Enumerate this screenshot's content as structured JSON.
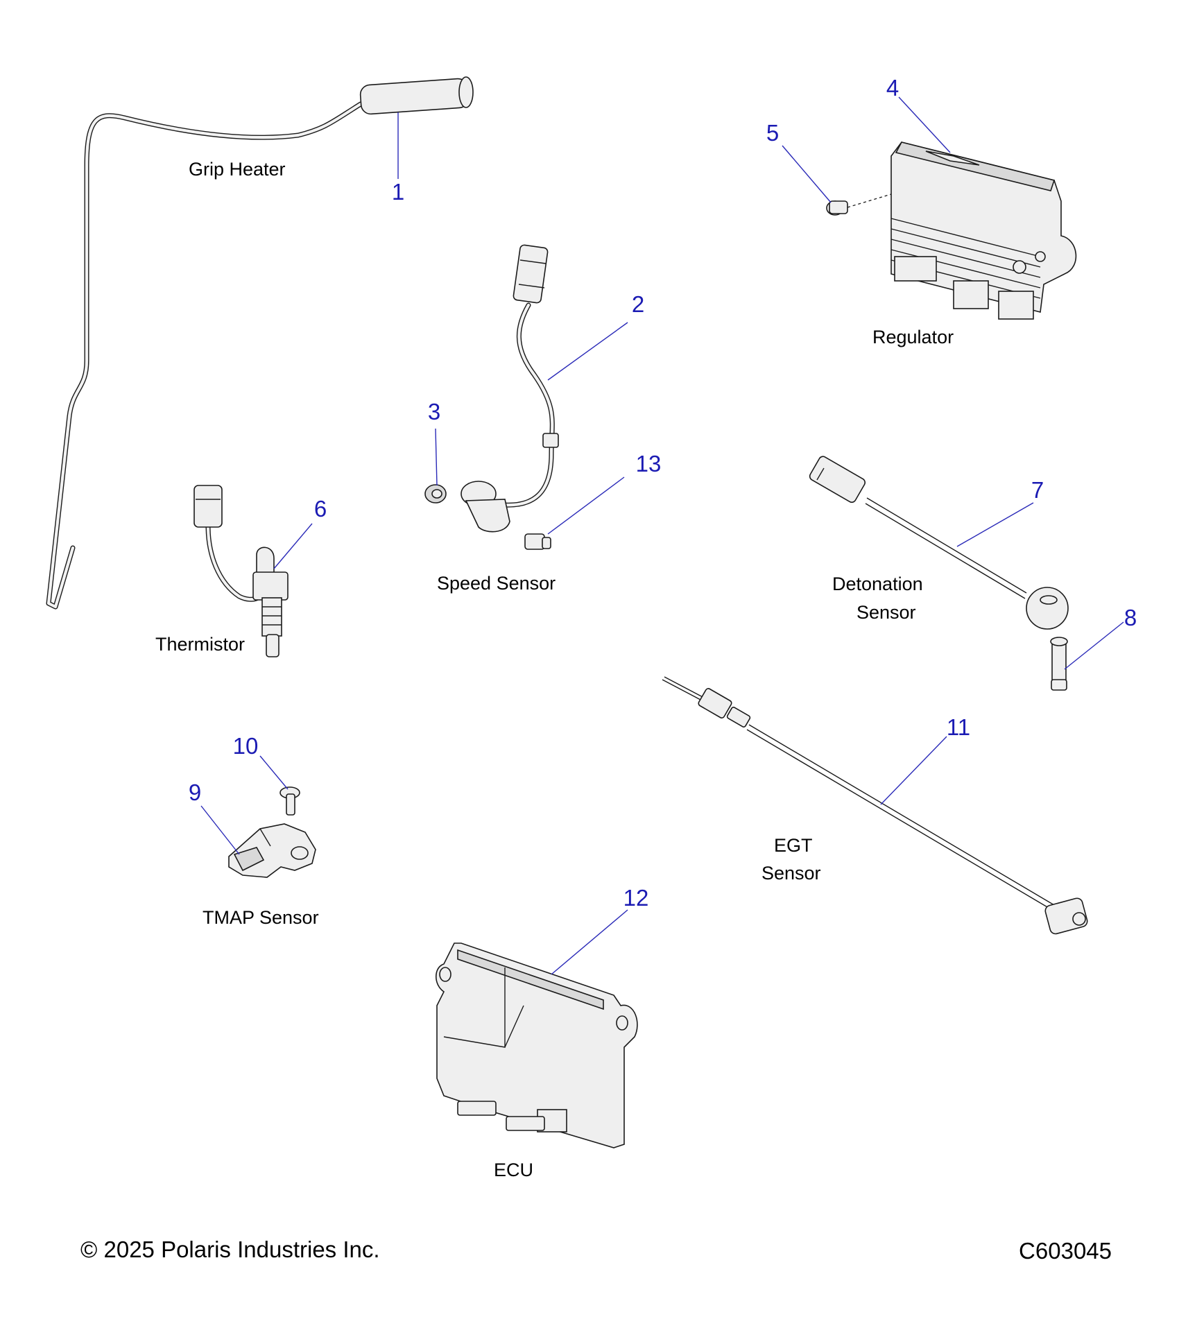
{
  "labels": {
    "grip_heater": "Grip Heater",
    "regulator": "Regulator",
    "speed_sensor": "Speed Sensor",
    "thermistor": "Thermistor",
    "detonation_sensor_line1": "Detonation",
    "detonation_sensor_line2": "Sensor",
    "tmap_sensor": "TMAP Sensor",
    "egt_sensor_line1": "EGT",
    "egt_sensor_line2": "Sensor",
    "ecu": "ECU"
  },
  "callouts": [
    "1",
    "2",
    "3",
    "4",
    "5",
    "6",
    "7",
    "8",
    "9",
    "10",
    "11",
    "12",
    "13"
  ],
  "footer": {
    "copyright": "© 2025 Polaris Industries Inc.",
    "figure_id": "C603045"
  },
  "colors": {
    "callout": "#1b1bb3",
    "leader": "#2a2ab8",
    "part_fill": "#efefef",
    "outline": "#1a1a1a"
  }
}
